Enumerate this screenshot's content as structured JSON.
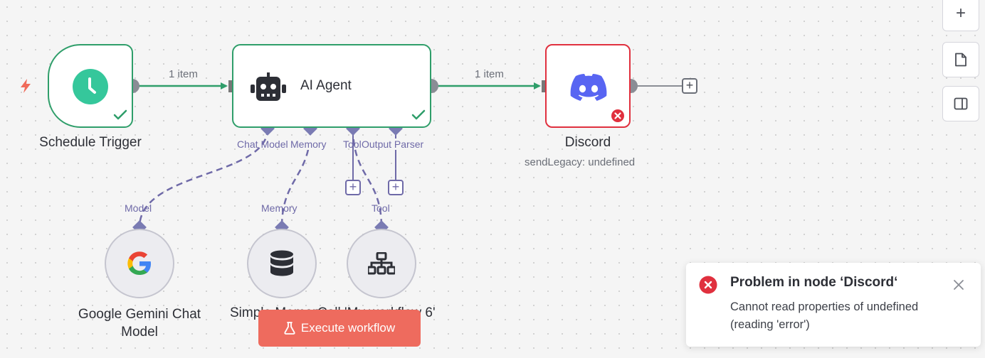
{
  "canvas": {
    "edges": [
      {
        "label": "1 item"
      },
      {
        "label": "1 item"
      }
    ]
  },
  "nodes": {
    "schedule_trigger": {
      "title": "Schedule Trigger",
      "icon": "clock-icon",
      "status": "success"
    },
    "ai_agent": {
      "title": "AI Agent",
      "icon": "robot-icon",
      "status": "success",
      "ports": {
        "chat_model": "Chat Model",
        "memory": "Memory",
        "tool": "Tool",
        "output_parser": "Output Parser"
      }
    },
    "discord": {
      "title": "Discord",
      "subtitle": "sendLegacy: undefined",
      "icon": "discord-icon",
      "status": "error"
    },
    "gemini": {
      "title": "Google Gemini Chat Model",
      "port_label": "Model",
      "icon": "google-icon"
    },
    "memory": {
      "title": "Simple Memory",
      "port_label": "Memory",
      "icon": "database-icon"
    },
    "workflow_tool": {
      "title": "Call 'My workflow 6'",
      "port_label": "Tool",
      "icon": "sitemap-icon"
    }
  },
  "toolbar": {
    "zoom_in": "+",
    "plus": "+"
  },
  "execute_button": {
    "label": "Execute workflow"
  },
  "toast": {
    "title": "Problem in node ‘Discord‘",
    "message": "Cannot read properties of undefined (reading 'error')"
  },
  "colors": {
    "success": "#2f9e6a",
    "error": "#e0303e",
    "accent": "#ee6b5e",
    "sub_port": "#6f6aa8",
    "discord_blurple": "#5865f2",
    "clock_teal": "#35c79b"
  }
}
